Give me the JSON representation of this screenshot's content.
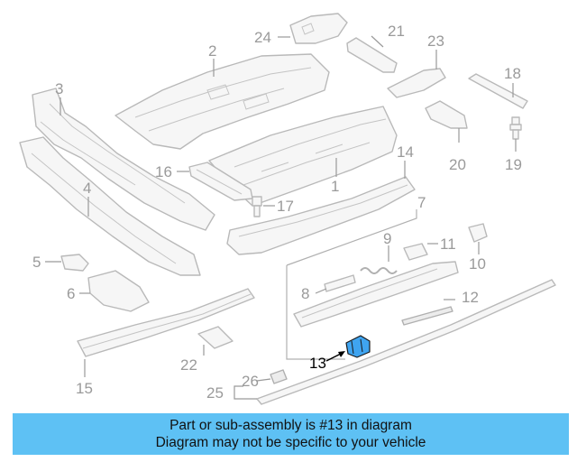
{
  "diagram": {
    "callouts": {
      "c1": "1",
      "c2": "2",
      "c3": "3",
      "c4": "4",
      "c5": "5",
      "c6": "6",
      "c7": "7",
      "c8": "8",
      "c9": "9",
      "c10": "10",
      "c11": "11",
      "c12": "12",
      "c13": "13",
      "c14": "14",
      "c15": "15",
      "c16": "16",
      "c17": "17",
      "c18": "18",
      "c19": "19",
      "c20": "20",
      "c21": "21",
      "c22": "22",
      "c23": "23",
      "c24": "24",
      "c25": "25",
      "c26": "26"
    },
    "highlight_color": "#3fa4f0"
  },
  "banner": {
    "line1": "Part or sub-assembly is #13 in diagram",
    "line2": "Diagram may not be specific to your vehicle",
    "background": "#5ec1f4"
  }
}
